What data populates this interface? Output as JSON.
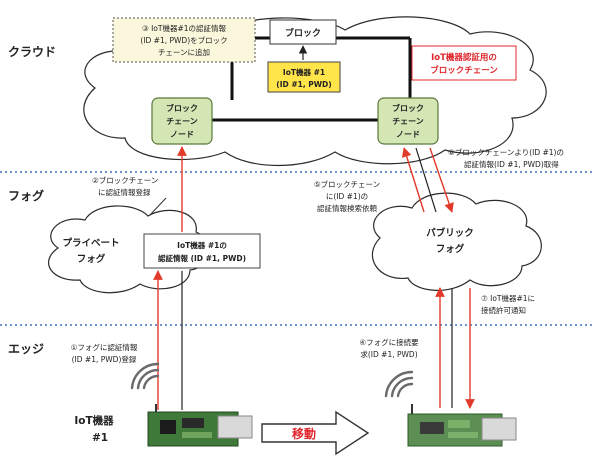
{
  "layers": {
    "cloud": "クラウド",
    "fog": "フォグ",
    "edge": "エッジ"
  },
  "nodes": {
    "block": "ブロック",
    "block_record": [
      "IoT機器 #1",
      "(ID #1, PWD)"
    ],
    "bc_node_left": [
      "ブロック",
      "チェーン",
      "ノード"
    ],
    "bc_node_right": [
      "ブロック",
      "チェーン",
      "ノード"
    ],
    "auth_chain": [
      "IoT機器認証用の",
      "ブロックチェーン"
    ],
    "private_fog": [
      "プライベート",
      "フォグ"
    ],
    "public_fog": [
      "パブリック",
      "フォグ"
    ],
    "auth_info_box": [
      "IoT機器 #1の",
      "認証情報 (ID #1, PWD)"
    ],
    "device_label": [
      "IoT機器",
      "#1"
    ],
    "move_label": "移動"
  },
  "steps": {
    "s1": [
      "①フォグに認証情報",
      "(ID #1, PWD)登録"
    ],
    "s2": [
      "②ブロックチェーン",
      "に認証情報登録"
    ],
    "s3": [
      "③ IoT機器#1の認証情報",
      "(ID #1, PWD)をブロック",
      "チェーンに追加"
    ],
    "s4": [
      "④フォグに接続要",
      "求(ID #1, PWD)"
    ],
    "s5": [
      "⑤ブロックチェーン",
      "に(ID #1)の",
      "認証情報検索依頼"
    ],
    "s6": [
      "⑥ブロックチェーンより(ID #1)の",
      "認証情報(ID #1, PWD)取得"
    ],
    "s7": [
      "⑦ IoT機器#1に",
      "接続許可通知"
    ]
  },
  "colors": {
    "arrow_red": "#e23a2a",
    "node_green": "#d3e6b4",
    "record_yellow": "#ffe44a",
    "note_yellow": "#fbf7dc",
    "divider_blue": "#3d6fc8",
    "text_red": "#e0262d"
  },
  "icons": [
    "wifi-icon",
    "iot-board-icon",
    "move-arrow-icon"
  ]
}
